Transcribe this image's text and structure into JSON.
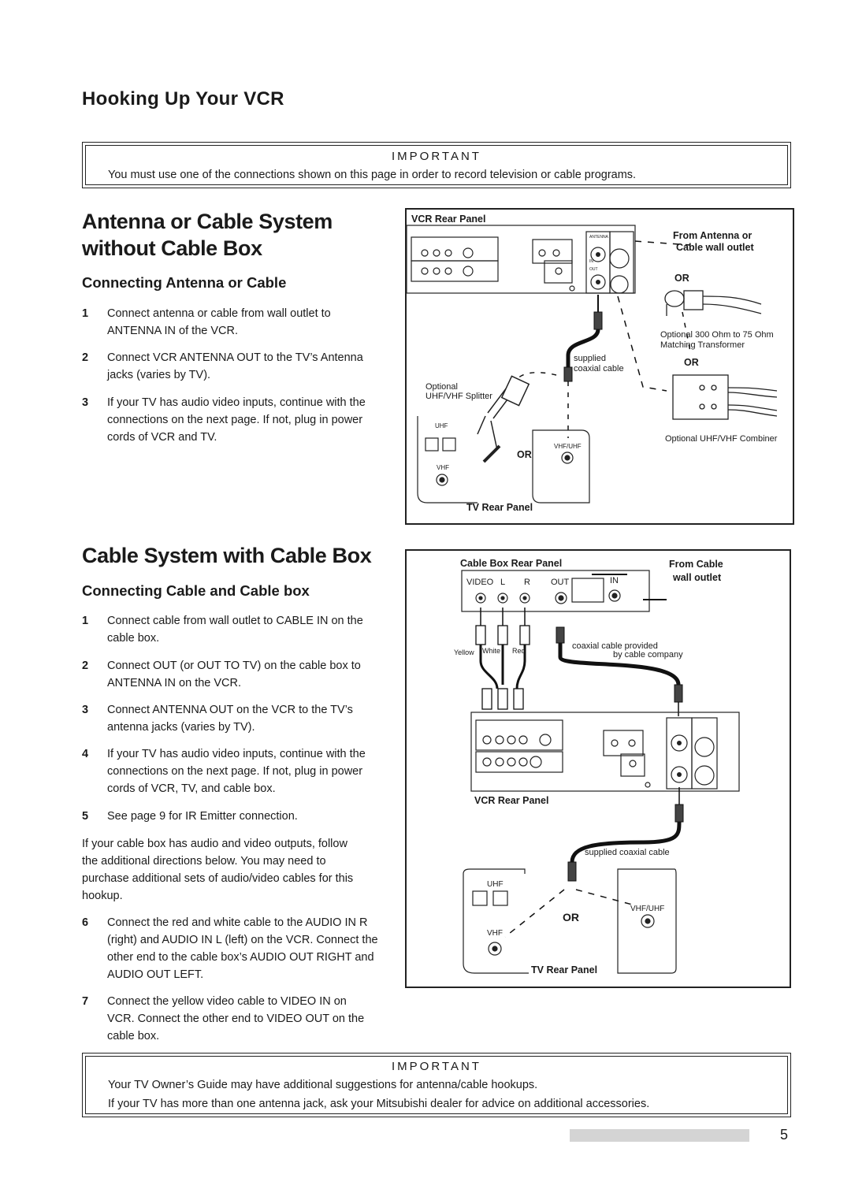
{
  "title": "Hooking Up Your VCR",
  "important_top": {
    "heading": "IMPORTANT",
    "text": "You must use one of the connections shown on this page in order to record television or cable programs."
  },
  "section1": {
    "heading_line1": "Antenna or Cable System",
    "heading_line2": "without Cable Box",
    "subheading": "Connecting Antenna or Cable",
    "steps": [
      {
        "num": "1",
        "text": "Connect antenna or cable from wall outlet to ANTENNA IN of the VCR."
      },
      {
        "num": "2",
        "text": "Connect VCR ANTENNA OUT to the TV’s Antenna jacks (varies by TV)."
      },
      {
        "num": "3",
        "text": "If your TV has audio video inputs, continue with the connections on the next page. If not, plug in power cords of VCR and TV."
      }
    ]
  },
  "diagram1": {
    "vcr_rear_panel": "VCR Rear Panel",
    "antenna": "ANTENNA",
    "in": "IN",
    "out": "OUT",
    "from_antenna_1": "From Antenna or",
    "from_antenna_2": "Cable wall outlet",
    "or_1": "OR",
    "transformer_1": "Optional 300 Ohm to 75 Ohm",
    "transformer_2": "Matching Transformer",
    "or_2": "OR",
    "supplied_1": "supplied",
    "supplied_2": "coaxial cable",
    "splitter_1": "Optional",
    "splitter_2": "UHF/VHF Splitter",
    "uhf": "UHF",
    "vhf": "VHF",
    "vhf_uhf": "VHF/UHF",
    "or_3": "OR",
    "combiner": "Optional UHF/VHF Combiner",
    "tv_rear_panel": "TV Rear Panel"
  },
  "section2": {
    "heading": "Cable System with Cable Box",
    "subheading": "Connecting Cable and Cable box",
    "steps": [
      {
        "num": "1",
        "text": "Connect cable from wall outlet to CABLE IN on the cable box."
      },
      {
        "num": "2",
        "text": "Connect OUT (or OUT TO TV) on the cable box to ANTENNA IN on the VCR."
      },
      {
        "num": "3",
        "text": "Connect  ANTENNA OUT on the VCR to the TV’s antenna jacks (varies by TV)."
      },
      {
        "num": "4",
        "text": "If your TV has audio video inputs, continue with the connections on the next page. If not, plug in power cords of VCR, TV, and cable box."
      },
      {
        "num": "5",
        "text": "See page 9 for IR Emitter connection."
      }
    ],
    "note": "If your cable box has audio and video outputs, follow the additional directions below. You may need to purchase additional sets of audio/video cables for this hookup.",
    "steps2": [
      {
        "num": "6",
        "text": "Connect the red and white cable to the AUDIO IN R (right) and AUDIO IN L (left) on the VCR. Connect the other end to the cable box’s AUDIO OUT RIGHT and AUDIO OUT LEFT."
      },
      {
        "num": "7",
        "text": "Connect the yellow video cable to VIDEO IN on VCR. Connect the other end to VIDEO OUT on the cable box."
      }
    ]
  },
  "diagram2": {
    "cable_box_rear_panel": "Cable Box  Rear Panel",
    "video": "VIDEO",
    "l": "L",
    "r": "R",
    "out": "OUT",
    "in": "IN",
    "from_cable_1": "From Cable",
    "from_cable_2": "wall outlet",
    "yellow": "Yellow",
    "white": "White",
    "red": "Red",
    "coax_1": "coaxial cable provided",
    "coax_2": "by cable company",
    "vcr_rear_panel": "VCR Rear Panel",
    "supplied": "supplied coaxial cable",
    "uhf": "UHF",
    "vhf": "VHF",
    "vhf_uhf": "VHF/UHF",
    "or": "OR",
    "tv_rear_panel": "TV Rear Panel"
  },
  "important_bottom": {
    "heading": "IMPORTANT",
    "line1": "Your TV Owner’s Guide may have additional suggestions for antenna/cable hookups.",
    "line2": "If your TV has more than one antenna jack, ask your Mitsubishi dealer for advice on additional accessories."
  },
  "page_number": "5"
}
